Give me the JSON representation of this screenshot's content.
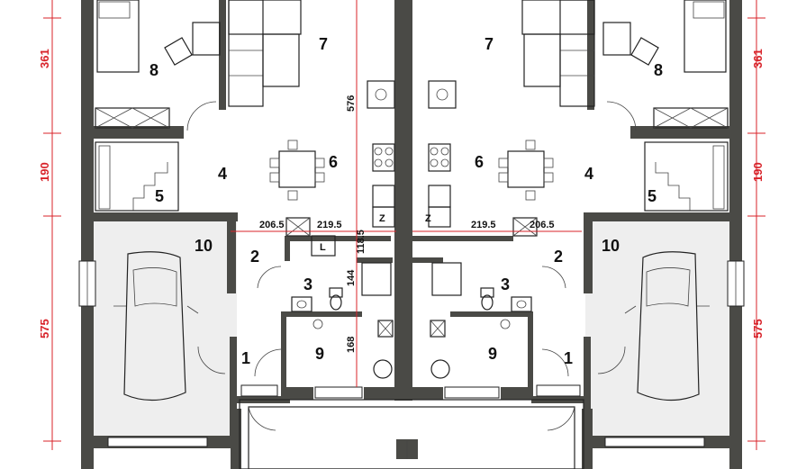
{
  "plan": {
    "rooms": {
      "left_8": "8",
      "left_7": "7",
      "left_6": "6",
      "left_4": "4",
      "left_5": "5",
      "left_10": "10",
      "left_2": "2",
      "left_3": "3",
      "left_9": "9",
      "left_1": "1",
      "right_8": "8",
      "right_7": "7",
      "right_6": "6",
      "right_4": "4",
      "right_5": "5",
      "right_10": "10",
      "right_2": "2",
      "right_3": "3",
      "right_9": "9",
      "right_1": "1"
    },
    "dims_red": {
      "left_361": "361",
      "left_190": "190",
      "left_575": "575",
      "right_361": "361",
      "right_190": "190",
      "right_575": "575"
    },
    "dims_black": {
      "d576": "576",
      "d206_left": "206.5",
      "d219_left": "219.5",
      "d219_right": "219.5",
      "d206_right": "206.5",
      "d118": "118.5",
      "d144": "144",
      "d168": "168"
    },
    "labels": {
      "fridge_z_left": "Z",
      "fridge_z_right": "Z",
      "cabinet_l": "L"
    }
  },
  "colors": {
    "wall": "#4a4a46",
    "dimension": "#d8232a",
    "garage_floor": "#eeeeee"
  }
}
